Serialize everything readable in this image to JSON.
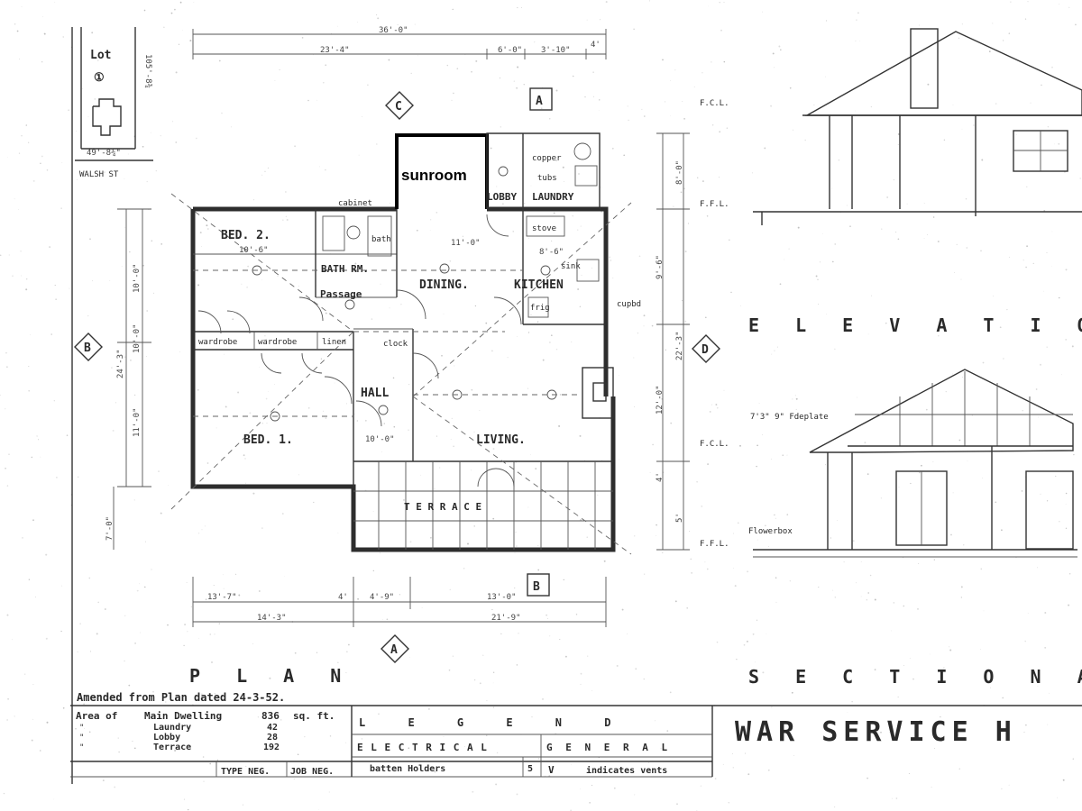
{
  "site": {
    "lot": "Lot",
    "lot_no": "①",
    "street": "WALSH ST",
    "dim_side": "105'-8¾",
    "dim_front": "49'-8¾\""
  },
  "plan": {
    "title": "P L A N",
    "amended": "Amended from Plan dated 24-3-52.",
    "grid_labels": [
      "C",
      "A",
      "B",
      "D",
      "A",
      "B"
    ],
    "rooms": {
      "sunroom": "sunroom",
      "copper": "copper",
      "tubs": "tubs",
      "lobby": "LOBBY",
      "laundry": "LAUNDRY",
      "bed2": "BED. 2.",
      "bed2_size": "10'-6\"",
      "cabinet": "cabinet",
      "bath_word": "bath",
      "bathroom": "BATH RM.",
      "dining": "DINING.",
      "dining_size": "11'-0\"",
      "stove": "stove",
      "stove_size": "8'-6\"",
      "sink": "sink",
      "kitchen": "KITCHEN",
      "frig": "frig",
      "passage": "Passage",
      "wardrobe1": "wardrobe",
      "wardrobe2": "wardrobe",
      "linen": "linen",
      "clock": "clock",
      "hall": "HALL",
      "bed1": "BED. 1.",
      "bed1_size": "10'-0\"",
      "living": "LIVING.",
      "terrace": "T E R R A C E",
      "cupbd": "cupbd"
    },
    "dims_top": [
      "36'-0\"",
      "23'-4\"",
      "6'-0\"",
      "3'-10\"",
      "4'"
    ],
    "dims_bottom": [
      "13'-7\"",
      "4'",
      "4'-9\"",
      "13'-0\"",
      "14'-3\"",
      "21'-9\""
    ],
    "dims_left": [
      "24'-3\"",
      "10'-0\"",
      "11'-0\"",
      "7'-0\"",
      "10'-0\""
    ],
    "dims_right": [
      "8'-0\"",
      "22'-3\"",
      "12'-0\"",
      "9'-6\"",
      "4'",
      "5'"
    ]
  },
  "elevation": {
    "label": "E L E V A T I O N",
    "fcl": "F.C.L.",
    "ffl": "F.F.L.",
    "fdeplate": "7'3\" 9\" Fdeplate",
    "flowerbox": "Flowerbox"
  },
  "section": {
    "label": "S E C T I O N  A-"
  },
  "areas": {
    "header_area": "Area of",
    "rows": [
      {
        "name": "Main Dwelling",
        "value": "836",
        "unit": "sq. ft."
      },
      {
        "name": "Laundry",
        "value": "42",
        "unit": ""
      },
      {
        "name": "Lobby",
        "value": "28",
        "unit": ""
      },
      {
        "name": "Terrace",
        "value": "192",
        "unit": ""
      }
    ],
    "marks": [
      "\"",
      "\"",
      "\""
    ]
  },
  "legend": {
    "title": "L E G E N D",
    "electrical": "E L E C T R I C A L",
    "general": "G E N E R A L",
    "batten": "batten Holders",
    "batten_count": "5",
    "v_mark": "V",
    "indicates": "indicates vents"
  },
  "footer": {
    "type_neg": "TYPE NEG.",
    "job_neg": "JOB NEG."
  },
  "title_block": {
    "title": "WAR SERVICE H"
  }
}
